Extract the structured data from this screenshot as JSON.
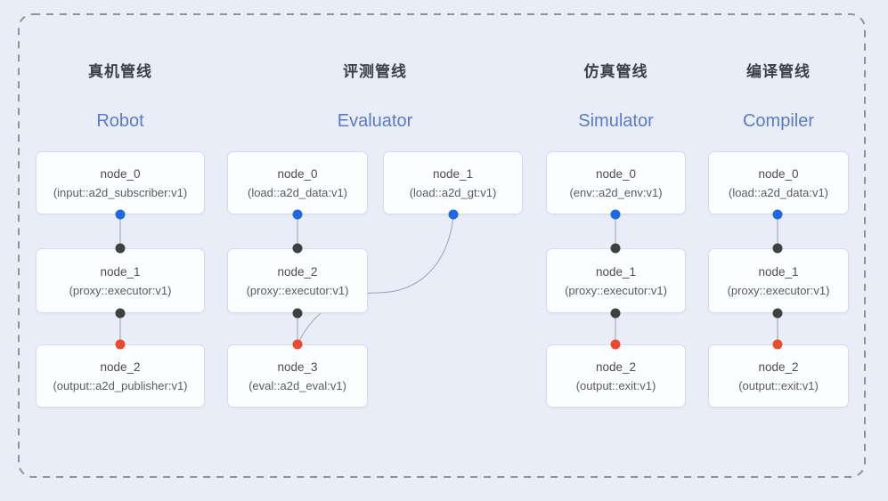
{
  "colors": {
    "background": "#e9edf8",
    "frame_dash": "#8d939e",
    "edge_line": "#9ba3b2",
    "blue_dot": "#1f69dd",
    "dark_dot": "#3f4042",
    "red_dot": "#e84b30",
    "title_en": "#5c7ac6",
    "title_zh": "#3b4049"
  },
  "pipelines": [
    {
      "title_zh": "真机管线",
      "title_en": "Robot",
      "nodes": [
        {
          "name": "node_0",
          "type": "(input::a2d_subscriber:v1)"
        },
        {
          "name": "node_1",
          "type": "(proxy::executor:v1)"
        },
        {
          "name": "node_2",
          "type": "(output::a2d_publisher:v1)"
        }
      ]
    },
    {
      "title_zh": "评测管线",
      "title_en": "Evaluator",
      "nodes": [
        {
          "name": "node_0",
          "type": "(load::a2d_data:v1)"
        },
        {
          "name": "node_1",
          "type": "(load::a2d_gt:v1)"
        },
        {
          "name": "node_2",
          "type": "(proxy::executor:v1)"
        },
        {
          "name": "node_3",
          "type": "(eval::a2d_eval:v1)"
        }
      ]
    },
    {
      "title_zh": "仿真管线",
      "title_en": "Simulator",
      "nodes": [
        {
          "name": "node_0",
          "type": "(env::a2d_env:v1)"
        },
        {
          "name": "node_1",
          "type": "(proxy::executor:v1)"
        },
        {
          "name": "node_2",
          "type": "(output::exit:v1)"
        }
      ]
    },
    {
      "title_zh": "编译管线",
      "title_en": "Compiler",
      "nodes": [
        {
          "name": "node_0",
          "type": "(load::a2d_data:v1)"
        },
        {
          "name": "node_1",
          "type": "(proxy::executor:v1)"
        },
        {
          "name": "node_2",
          "type": "(output::exit:v1)"
        }
      ]
    }
  ]
}
